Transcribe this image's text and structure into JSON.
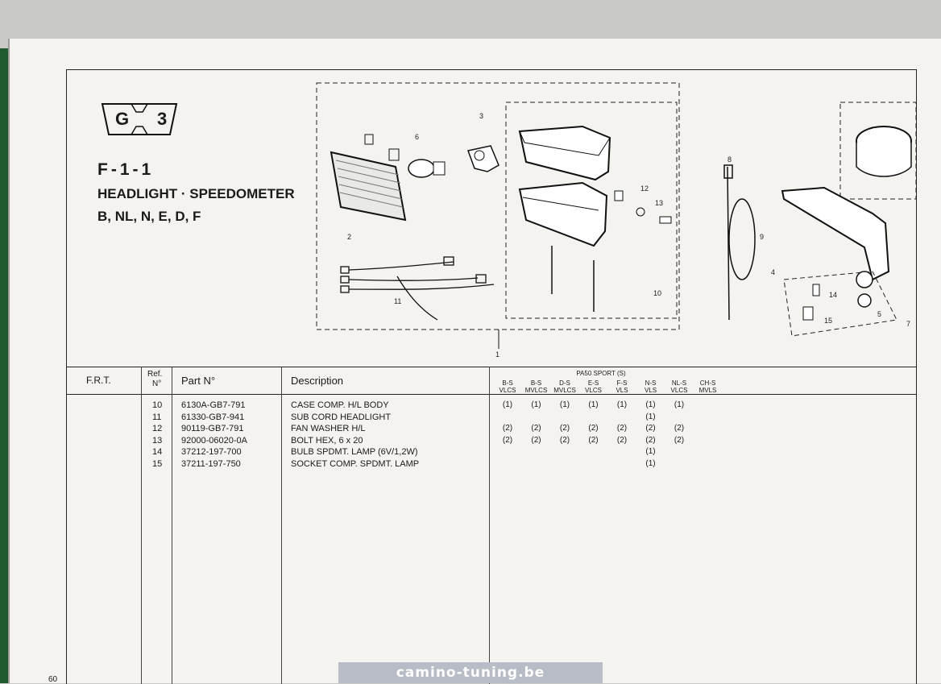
{
  "section": {
    "letter": "G",
    "number": "3"
  },
  "ref_code": "F-1-1",
  "title": "HEADLIGHT · SPEEDOMETER",
  "variants": "B, NL, N, E, D, F",
  "callouts": [
    "1",
    "2",
    "3",
    "4",
    "5",
    "6",
    "7",
    "8",
    "9",
    "10",
    "11",
    "12",
    "13",
    "14",
    "15"
  ],
  "table": {
    "headers": {
      "frt": "F.R.T.",
      "ref_line1": "Ref.",
      "ref_line2": "N°",
      "part": "Part N°",
      "desc": "Description"
    },
    "model_group": "PA50 SPORT (S)",
    "models": [
      {
        "code": "B-S",
        "type": "VLCS"
      },
      {
        "code": "B-S",
        "type": "MVLCS"
      },
      {
        "code": "D-S",
        "type": "MVLCS"
      },
      {
        "code": "E-S",
        "type": "VLCS"
      },
      {
        "code": "F-S",
        "type": "VLS"
      },
      {
        "code": "N-S",
        "type": "VLS"
      },
      {
        "code": "NL-S",
        "type": "VLCS"
      },
      {
        "code": "CH-S",
        "type": "MVLS"
      }
    ],
    "rows": [
      {
        "ref": "10",
        "part": "6130A-GB7-791",
        "desc": "CASE COMP. H/L BODY",
        "qty": [
          "(1)",
          "(1)",
          "(1)",
          "(1)",
          "(1)",
          "(1)",
          "(1)",
          ""
        ]
      },
      {
        "ref": "11",
        "part": "61330-GB7-941",
        "desc": "SUB CORD HEADLIGHT",
        "qty": [
          "",
          "",
          "",
          "",
          "",
          "(1)",
          "",
          ""
        ]
      },
      {
        "ref": "12",
        "part": "90119-GB7-791",
        "desc": "FAN WASHER H/L",
        "qty": [
          "(2)",
          "(2)",
          "(2)",
          "(2)",
          "(2)",
          "(2)",
          "(2)",
          ""
        ]
      },
      {
        "ref": "13",
        "part": "92000-06020-0A",
        "desc": "BOLT HEX, 6 x 20",
        "qty": [
          "(2)",
          "(2)",
          "(2)",
          "(2)",
          "(2)",
          "(2)",
          "(2)",
          ""
        ]
      },
      {
        "ref": "14",
        "part": "37212-197-700",
        "desc": "BULB SPDMT. LAMP (6V/1,2W)",
        "qty": [
          "",
          "",
          "",
          "",
          "",
          "(1)",
          "",
          ""
        ]
      },
      {
        "ref": "15",
        "part": "37211-197-750",
        "desc": "SOCKET COMP. SPDMT. LAMP",
        "qty": [
          "",
          "",
          "",
          "",
          "",
          "(1)",
          "",
          ""
        ]
      }
    ]
  },
  "page_number": "60",
  "watermark": "camino-tuning.be"
}
